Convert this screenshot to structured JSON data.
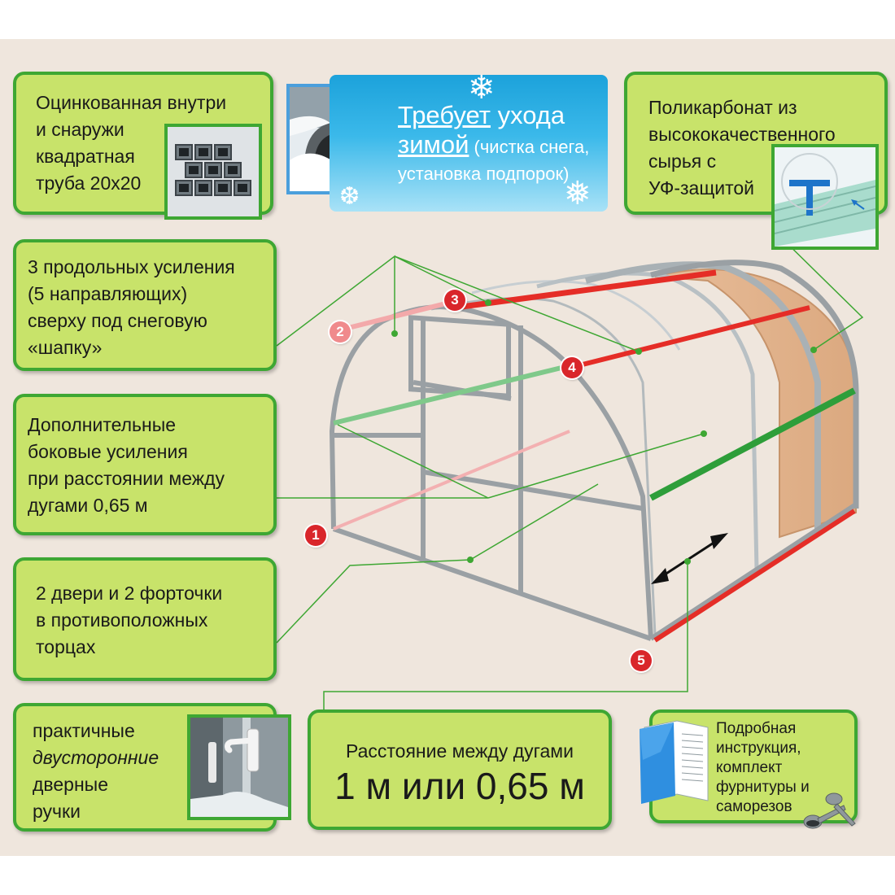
{
  "boxes": {
    "galvanized_pipe": {
      "lines": [
        "Оцинкованная внутри",
        "и снаружи",
        "квадратная",
        "труба 20х20"
      ],
      "icon": "pipe-bundle-icon"
    },
    "winter": {
      "title_part1": "Требует",
      "title_part2": " ухода",
      "title_part3": "зимой",
      "note": " (чистка снега,",
      "note2": "установка подпорок)",
      "icon": "snowflake-icon"
    },
    "polycarbonate": {
      "lines": [
        "Поликарбонат из",
        "высококачественного",
        "сырья с",
        "УФ-защитой"
      ],
      "icon": "polycarbonate-profile-icon"
    },
    "longitudinal": {
      "lines": [
        "3 продольных усиления",
        "(5 направляющих)",
        "сверху под снеговую",
        "«шапку»"
      ]
    },
    "side": {
      "lines": [
        "Дополнительные",
        "боковые усиления",
        "при расстоянии между",
        "дугами 0,65 м"
      ]
    },
    "doors": {
      "lines": [
        "2 двери и 2 форточки",
        "в противоположных",
        "торцах"
      ]
    },
    "handles": {
      "line1": "практичные",
      "line2": "двусторонние",
      "line3": "дверные",
      "line4": "ручки",
      "icon": "door-handle-icon"
    },
    "distance": {
      "label": "Расстояние между дугами",
      "value": "1 м или 0,65 м"
    },
    "manual": {
      "lines": [
        "Подробная",
        "инструкция,",
        "комплект",
        "фурнитуры и",
        "саморезов"
      ],
      "icon": "manual-book-icon"
    }
  },
  "markers": [
    "1",
    "2",
    "3",
    "4",
    "5"
  ],
  "colors": {
    "box_fill": "#c8e36a",
    "box_border": "#3ea733",
    "frame": "#9aa0a4",
    "reinforcement_red": "#e52d27",
    "reinforcement_green": "#2e9e3a",
    "polycarbonate_panel": "#e3b38a",
    "banner_blue": "#1ca2db"
  }
}
